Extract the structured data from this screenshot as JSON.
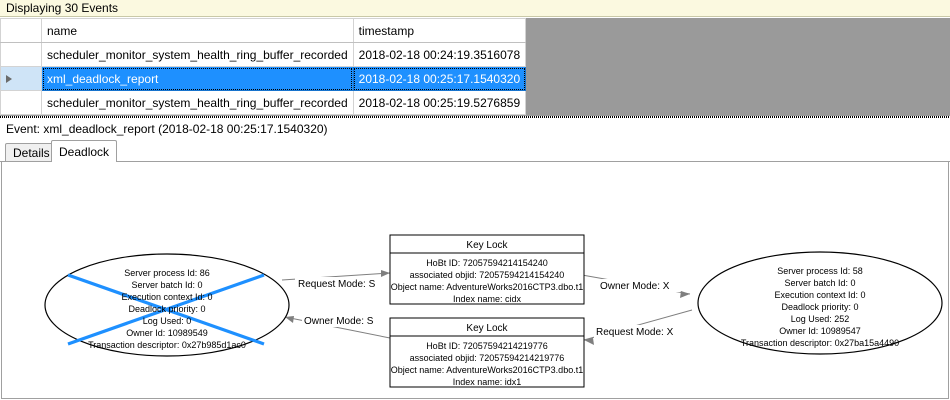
{
  "events_panel": {
    "banner": "Displaying 30 Events",
    "columns": [
      "",
      "name",
      "timestamp"
    ],
    "rows": [
      {
        "selector": "",
        "name": "scheduler_monitor_system_health_ring_buffer_recorded",
        "timestamp": "2018-02-18 00:24:19.3516078",
        "selected": false
      },
      {
        "selector": "▶",
        "name": "xml_deadlock_report",
        "timestamp": "2018-02-18 00:25:17.1540320",
        "selected": true
      },
      {
        "selector": "",
        "name": "scheduler_monitor_system_health_ring_buffer_recorded",
        "timestamp": "2018-02-18 00:25:19.5276859",
        "selected": false
      }
    ]
  },
  "event_header": {
    "label": "Event: xml_deadlock_report (2018-02-18 00:25:17.1540320)"
  },
  "tabs": [
    {
      "label": "Details",
      "active": false
    },
    {
      "label": "Deadlock",
      "active": true
    }
  ],
  "deadlock_graph": {
    "victim_process": {
      "lines": [
        "Server process Id: 86",
        "Server batch Id: 0",
        "Execution context Id: 0",
        "Deadlock priority: 0",
        "Log Used: 0",
        "Owner Id: 10989549",
        "Transaction descriptor: 0x27b985d1ac0"
      ],
      "is_victim": true,
      "victim_cross_color": "#1e90ff"
    },
    "surviving_process": {
      "lines": [
        "Server process Id: 58",
        "Server batch Id: 0",
        "Execution context Id: 0",
        "Deadlock priority: 0",
        "Log Used: 252",
        "Owner Id: 10989547",
        "Transaction descriptor: 0x27ba15a4490"
      ],
      "is_victim": false
    },
    "resource_top": {
      "title": "Key Lock",
      "lines": [
        "HoBt ID: 72057594214154240",
        "associated objid: 72057594214154240",
        "Object name: AdventureWorks2016CTP3.dbo.t1",
        "Index name: cidx"
      ]
    },
    "resource_bottom": {
      "title": "Key Lock",
      "lines": [
        "HoBt ID: 72057594214219776",
        "associated objid: 72057594214219776",
        "Object name: AdventureWorks2016CTP3.dbo.t1",
        "Index name: idx1"
      ]
    },
    "edges": [
      {
        "label": "Request Mode: S"
      },
      {
        "label": "Owner Mode: S"
      },
      {
        "label": "Owner Mode: X"
      },
      {
        "label": "Request Mode: X"
      }
    ]
  }
}
